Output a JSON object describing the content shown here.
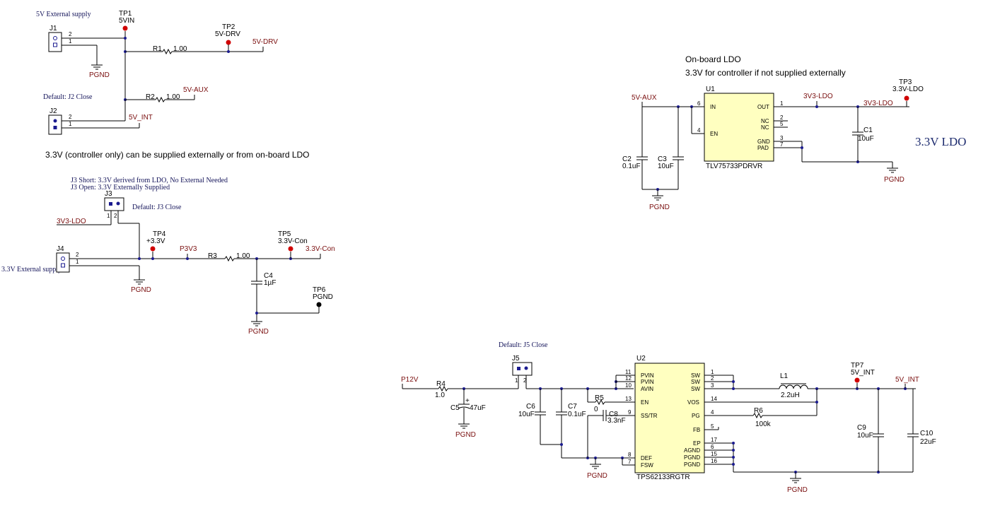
{
  "notes": {
    "ext_supply_5v": "5V External supply",
    "default_j2": "Default: J2 Close",
    "supply_note": "3.3V (controller only) can be supplied externally or from on-board LDO",
    "j3_short": "J3 Short: 3.3V derived from LDO, No External Needed",
    "j3_open": "J3 Open:  3.3V Externally Supplied",
    "default_j3": "Default: J3 Close",
    "ext_supply_33v": "3.3V External supply",
    "ldo_title": "On-board LDO",
    "ldo_subtitle": "3.3V for controller if not supplied externally",
    "ldo_big": "3.3V LDO",
    "default_j5": "Default: J5 Close"
  },
  "nets": {
    "pgnd": "PGND",
    "v5_drv": "5V-DRV",
    "v5_aux": "5V-AUX",
    "v5_int": "5V_INT",
    "v3v3_ldo": "3V3-LDO",
    "p3v3": "P3V3",
    "v33_con": "3.3V-Con",
    "p12v": "P12V"
  },
  "connectors": {
    "j1": "J1",
    "j2": "J2",
    "j3": "J3",
    "j4": "J4",
    "j5": "J5",
    "pin1": "1",
    "pin2": "2"
  },
  "testpoints": {
    "tp1": {
      "ref": "TP1",
      "net": "5VIN"
    },
    "tp2": {
      "ref": "TP2",
      "net": "5V-DRV"
    },
    "tp3": {
      "ref": "TP3",
      "net": "3.3V-LDO"
    },
    "tp4": {
      "ref": "TP4",
      "net": "+3.3V"
    },
    "tp5": {
      "ref": "TP5",
      "net": "3.3V-Con"
    },
    "tp6": {
      "ref": "TP6",
      "net": "PGND"
    },
    "tp7": {
      "ref": "TP7",
      "net": "5V_INT"
    }
  },
  "parts": {
    "r1": {
      "ref": "R1",
      "val": "1.00"
    },
    "r2": {
      "ref": "R2",
      "val": "1.00"
    },
    "r3": {
      "ref": "R3",
      "val": "1.00"
    },
    "r4": {
      "ref": "R4",
      "val": "1.0"
    },
    "r5": {
      "ref": "R5",
      "val": "0"
    },
    "r6": {
      "ref": "R6",
      "val": "100k"
    },
    "c1": {
      "ref": "C1",
      "val": "10uF"
    },
    "c2": {
      "ref": "C2",
      "val": "0.1uF"
    },
    "c3": {
      "ref": "C3",
      "val": "10uF"
    },
    "c4": {
      "ref": "C4",
      "val": "1µF"
    },
    "c5": {
      "ref": "C5",
      "val": "47uF"
    },
    "c6": {
      "ref": "C6",
      "val": "10uF"
    },
    "c7": {
      "ref": "C7",
      "val": "0.1uF"
    },
    "c8": {
      "ref": "C8",
      "val": "3.3nF"
    },
    "c9": {
      "ref": "C9",
      "val": "10uF"
    },
    "c10": {
      "ref": "C10",
      "val": "22uF"
    },
    "l1": {
      "ref": "L1",
      "val": "2.2uH"
    }
  },
  "u1": {
    "ref": "U1",
    "part": "TLV75733PDRVR",
    "pins": {
      "in": "IN",
      "en": "EN",
      "out": "OUT",
      "nc1": "NC",
      "nc2": "NC",
      "gnd": "GND",
      "pad": "PAD"
    },
    "nums": {
      "in": "6",
      "en": "4",
      "out": "1",
      "nc1": "2",
      "nc2": "5",
      "gnd": "3",
      "pad": "7"
    }
  },
  "u2": {
    "ref": "U2",
    "part": "TPS62133RGTR",
    "pins": {
      "pvin": "PVIN",
      "avin": "AVIN",
      "en": "EN",
      "sstr": "SS/TR",
      "def": "DEF",
      "fsw": "FSW",
      "sw": "SW",
      "vos": "VOS",
      "pg": "PG",
      "fb": "FB",
      "ep": "EP",
      "agnd": "AGND",
      "pgnd": "PGND"
    },
    "nums": {
      "pvin1": "11",
      "pvin2": "12",
      "avin": "10",
      "en": "13",
      "sstr": "9",
      "def": "8",
      "fsw": "7",
      "sw1": "1",
      "sw2": "2",
      "sw3": "3",
      "vos": "14",
      "pg": "4",
      "fb": "5",
      "ep": "17",
      "agnd": "6",
      "pgnd1": "15",
      "pgnd2": "16"
    }
  },
  "colors": {
    "wire": "#000000",
    "net": "#7a0f0f",
    "junction": "#1b1b8f",
    "ic_fill": "#ffffc0",
    "testpoint": "#d00000"
  }
}
